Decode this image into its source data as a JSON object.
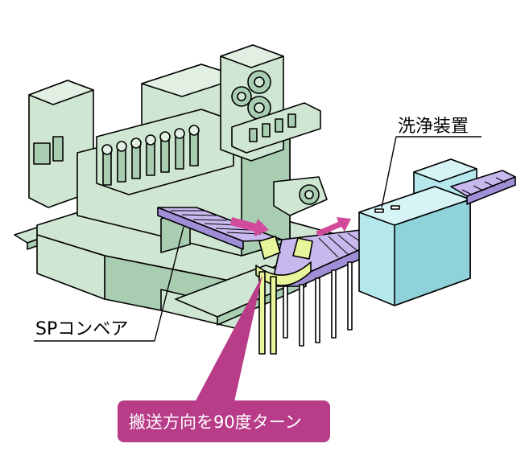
{
  "labels": {
    "washer": "洗浄装置",
    "sp_conveyor": "SPコンベア",
    "turn_callout": "搬送方向を90度ターン"
  },
  "colors": {
    "machine_fill": "#cfe6d2",
    "machine_dark": "#a9cdb0",
    "conveyor_fill": "#c7b8ee",
    "conveyor_dark": "#9f8fd6",
    "washer_fill": "#b5e8ec",
    "washer_dark": "#8fd2d9",
    "turn_unit_fill": "#e8f59a",
    "arrow_color": "#d24a9a",
    "callout_fill": "#b83c88",
    "outline": "#000000"
  }
}
